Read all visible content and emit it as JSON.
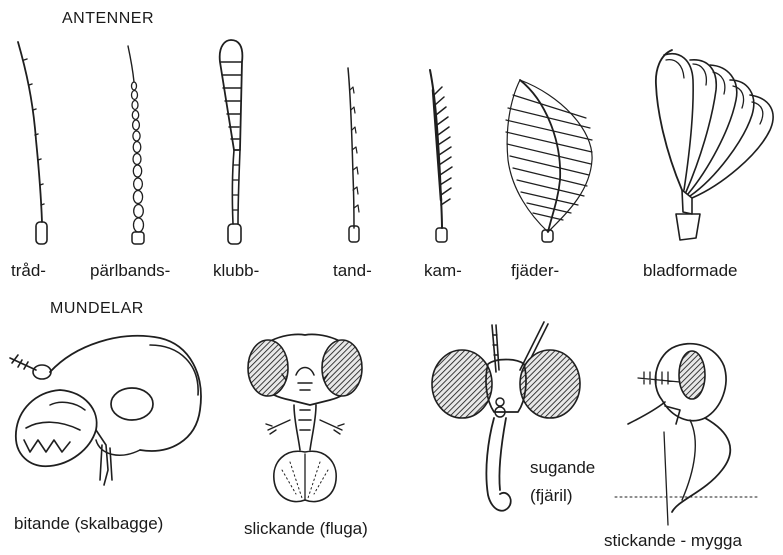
{
  "antennae": {
    "heading": "ANTENNER",
    "labels": [
      "tråd-",
      "pärlbands-",
      "klubb-",
      "tand-",
      "kam-",
      "fjäder-",
      "bladformade"
    ]
  },
  "mouthparts": {
    "heading": "MUNDELAR",
    "labels": [
      "bitande (skalbagge)",
      "slickande (fluga)",
      "sugande",
      "(fjäril)",
      "stickande - mygga"
    ]
  }
}
